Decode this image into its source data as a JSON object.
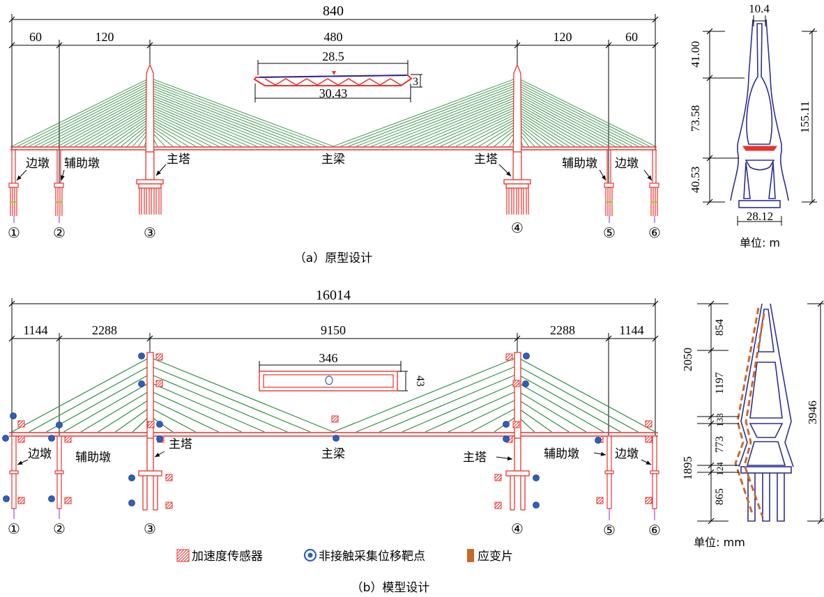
{
  "panel_a": {
    "caption": "（a）原型设计",
    "dims": {
      "total": "840",
      "side_left": "60",
      "aux_left": "120",
      "main": "480",
      "aux_right": "120",
      "side_right": "60"
    },
    "section": {
      "top": "28.5",
      "bottom": "30.43",
      "height": "3"
    },
    "labels": {
      "side_pier": "边墩",
      "aux_pier": "辅助墩",
      "tower": "主塔",
      "girder": "主梁"
    },
    "piers": [
      "①",
      "②",
      "③",
      "④",
      "⑤",
      "⑥"
    ],
    "tower_elev": {
      "top_width": "10.4",
      "h1": "41.00",
      "h2": "73.58",
      "h3": "40.53",
      "total": "155.11",
      "base": "28.12",
      "unit": "单位: m"
    }
  },
  "panel_b": {
    "caption": "（b）模型设计",
    "dims": {
      "total": "16014",
      "side_left": "1144",
      "aux_left": "2288",
      "main": "9150",
      "aux_right": "2288",
      "side_right": "1144"
    },
    "section": {
      "width": "346",
      "height": "43"
    },
    "labels": {
      "side_pier": "边墩",
      "aux_pier": "辅助墩",
      "tower": "主塔",
      "girder": "主梁"
    },
    "piers": [
      "①",
      "②",
      "③",
      "④",
      "⑤",
      "⑥"
    ],
    "tower_elev": {
      "d1": "854",
      "d2": "1197",
      "d3": "133",
      "d4": "773",
      "d5": "124",
      "d6": "865",
      "upper": "2050",
      "lower": "1895",
      "total": "3946",
      "unit": "单位: mm"
    },
    "legend": {
      "accel": "加速度传感器",
      "target": "非接触采集位移靶点",
      "strain": "应变片"
    }
  },
  "colors": {
    "structure": "#e8322d",
    "cable": "#2e8b3e",
    "tower_elevation": "#2b2f8f",
    "target": "#2f5fb8",
    "strain": "#c8692a"
  }
}
